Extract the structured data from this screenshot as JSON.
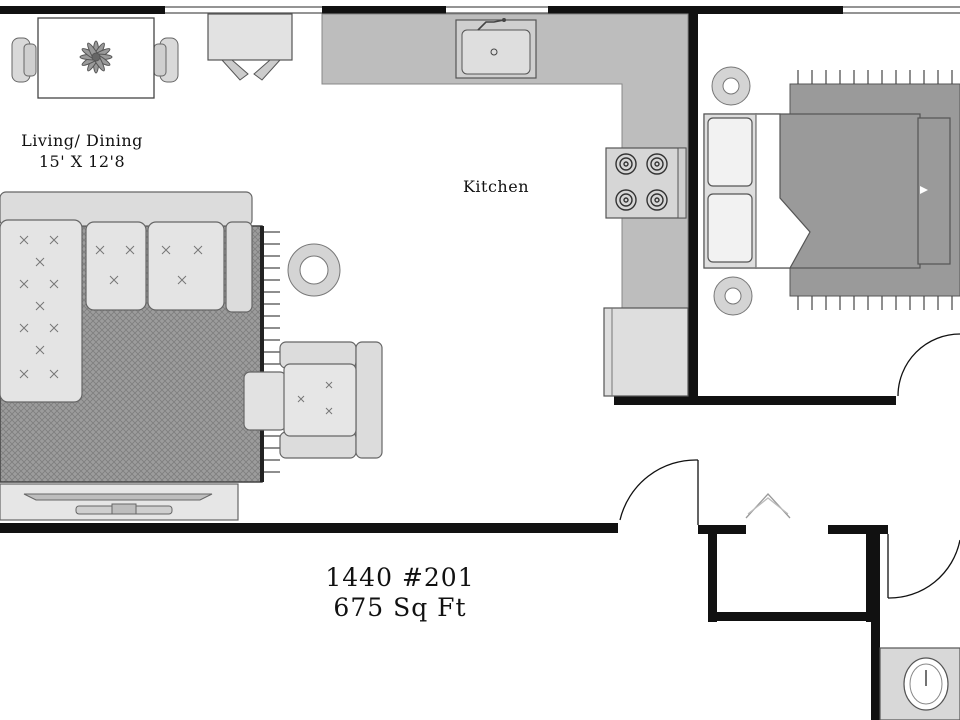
{
  "rooms": {
    "living_dining": {
      "name": "Living/ Dining",
      "dimensions": "15' X 12'8"
    },
    "kitchen": {
      "name": "Kitchen"
    }
  },
  "unit": {
    "number": "1440 #201",
    "area": "675 Sq Ft"
  },
  "colors": {
    "wall": "#111111",
    "counter": "#bdbdbd",
    "furniture": "#dcdcdc",
    "rug": "#9a9a9a",
    "outline": "#555555"
  }
}
